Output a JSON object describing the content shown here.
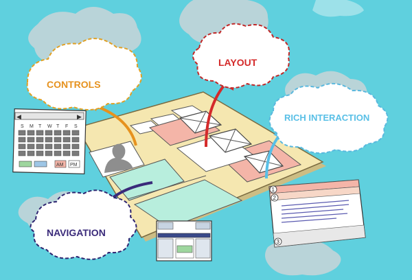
{
  "labels": {
    "controls": "CONTROLS",
    "layout": "LAYOUT",
    "rich_interaction": "RICH INTERACTION",
    "navigation": "NAVIGATION"
  },
  "calendar": {
    "weekdays": [
      "S",
      "M",
      "T",
      "W",
      "T",
      "F",
      "S"
    ],
    "am": "AM",
    "pm": "PM"
  },
  "dialog_steps": [
    "1",
    "2",
    "3"
  ],
  "colors": {
    "background": "#5fd0de",
    "controls_label": "#e6921e",
    "layout_label": "#d42a2a",
    "rich_label": "#58bfe6",
    "navigation_label": "#3a2a7a",
    "cloud_controls_border": "#e0a024",
    "cloud_layout_border": "#c02828",
    "cloud_rich_border": "#5ab8de",
    "cloud_nav_border": "#2e2470",
    "board": "#f5e7b0",
    "pink_tile": "#f4b5a8",
    "green_tile": "#b8eedd"
  },
  "icons": {
    "person": "person-silhouette-icon",
    "placeholder": "image-placeholder-icon"
  }
}
